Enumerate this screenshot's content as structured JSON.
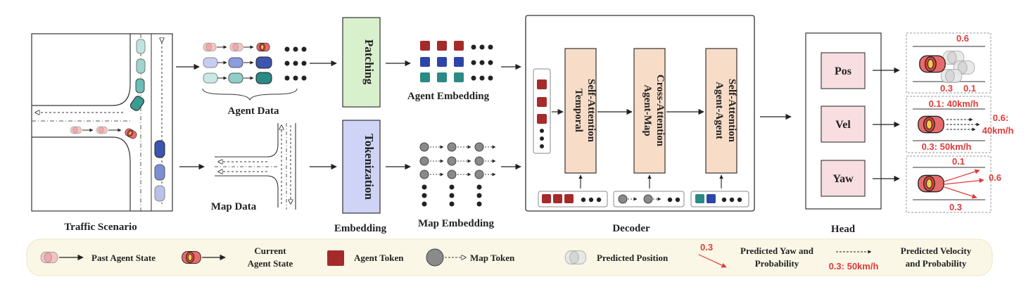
{
  "sections": {
    "traffic_scenario": "Traffic Scenario",
    "agent_data": "Agent Data",
    "map_data": "Map Data",
    "patching": "Patching",
    "tokenization": "Tokenization",
    "agent_embedding": "Agent Embedding",
    "embedding": "Embedding",
    "map_embedding": "Map Embedding",
    "decoder": "Decoder",
    "head": "Head"
  },
  "decoder_blocks": [
    {
      "line1": "Temporal",
      "line2": "Self-Attention"
    },
    {
      "line1": "Agent-Map",
      "line2": "Cross-Attention"
    },
    {
      "line1": "Agent-Agent",
      "line2": "Self-Attention"
    }
  ],
  "head_items": [
    "Pos",
    "Vel",
    "Yaw"
  ],
  "outputs": {
    "pos": {
      "top": "0.6",
      "bl": "0.3",
      "br": "0.1"
    },
    "vel": {
      "top": "0.1: 40km/h",
      "right1": "0.6:",
      "right2": "40km/h",
      "bottom": "0.3: 50km/h"
    },
    "yaw": {
      "top": "0.1",
      "right": "0.6",
      "bottom": "0.3"
    }
  },
  "legend": {
    "past_agent_state": "Past Agent State",
    "current_l1": "Current",
    "current_l2": "Agent State",
    "agent_token": "Agent Token",
    "map_token": "Map Token",
    "predicted_position": "Predicted Position",
    "yaw_value": "0.3",
    "yaw_l1": "Predicted Yaw and",
    "yaw_l2": "Probability",
    "vel_value": "0.3: 50km/h",
    "vel_l1": "Predicted Velocity",
    "vel_l2": "and Probability"
  },
  "colors": {
    "agent_red": "#a52a2a",
    "agent_blue": "#2d45a8",
    "agent_teal": "#2a8a85",
    "patching_bg": "#d9f0cc",
    "tokenization_bg": "#cfd3f5",
    "attention_bg": "#f7dcc8",
    "head_bg": "#f8dde1",
    "legend_bg": "#faf7e6",
    "accent_red": "#e03a3a"
  }
}
